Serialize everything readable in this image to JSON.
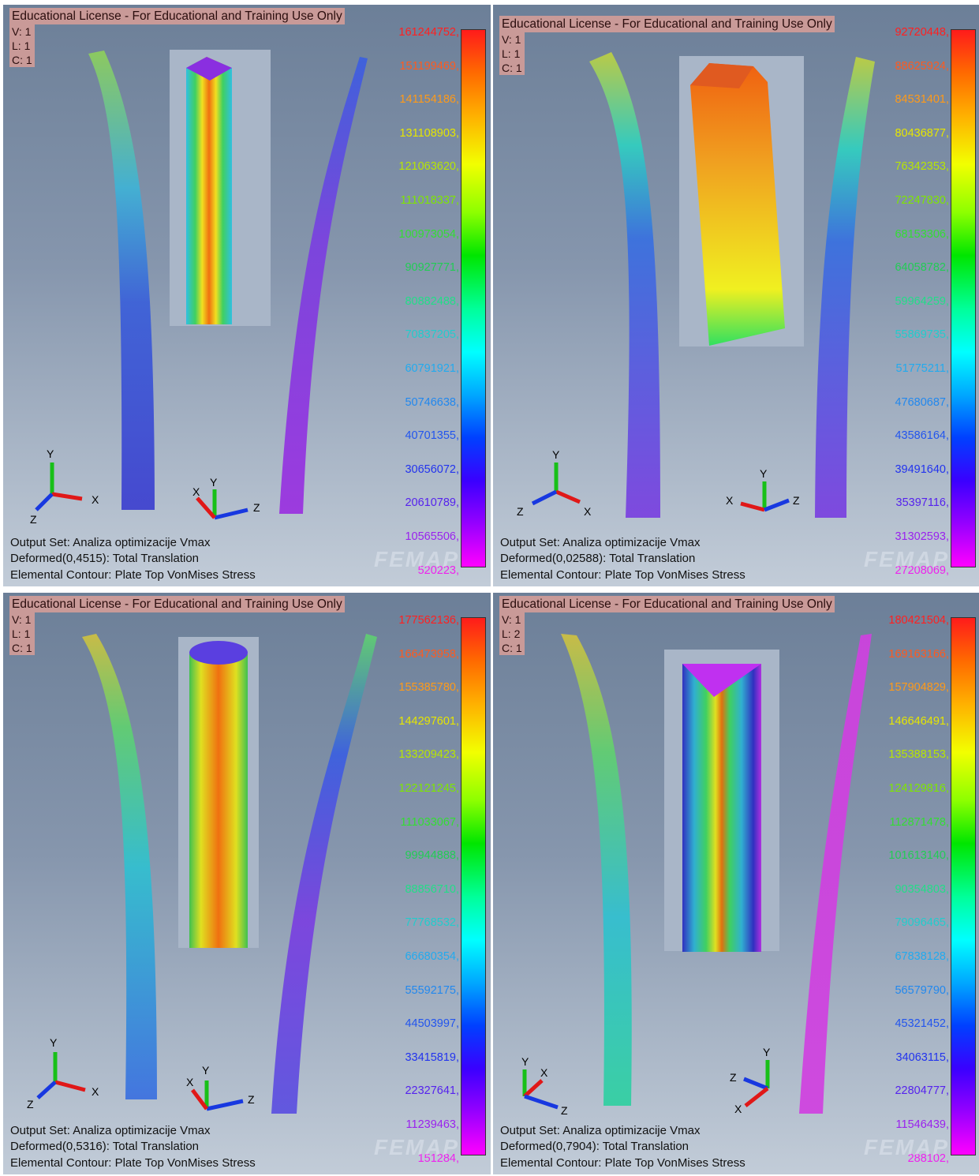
{
  "panels": [
    {
      "license": "Educational License - For Educational and Training Use Only",
      "v": "V: 1",
      "l": "L: 1",
      "c": "C: 1",
      "output_set": "Output Set: Analiza optimizacije Vmax",
      "deformed": "Deformed(0,4515): Total Translation",
      "contour": "Elemental Contour: Plate Top VonMises Stress",
      "watermark": "FEMAP",
      "legend": [
        "161244752,",
        "151199469,",
        "141154186,",
        "131108903,",
        "121063620,",
        "111018337,",
        "100973054,",
        "90927771,",
        "80882488,",
        "70837205,",
        "60791921,",
        "50746638,",
        "40701355,",
        "30656072,",
        "20610789,",
        "10565506,",
        "520223,"
      ],
      "triad_left": {
        "x": "X",
        "y": "Y",
        "z": "Z"
      },
      "triad_right": {
        "x": "X",
        "y": "Y",
        "z": "Z"
      }
    },
    {
      "license": "Educational License - For Educational and Training Use Only",
      "v": "V: 1",
      "l": "L: 1",
      "c": "C: 1",
      "output_set": "Output Set: Analiza optimizacije Vmax",
      "deformed": "Deformed(0,02588): Total Translation",
      "contour": "Elemental Contour: Plate Top VonMises Stress",
      "watermark": "FEMAP",
      "legend": [
        "92720448,",
        "88625924,",
        "84531401,",
        "80436877,",
        "76342353,",
        "72247830,",
        "68153306,",
        "64058782,",
        "59964259,",
        "55869735,",
        "51775211,",
        "47680687,",
        "43586164,",
        "39491640,",
        "35397116,",
        "31302593,",
        "27208069,"
      ],
      "triad_left": {
        "x": "X",
        "y": "Y",
        "z": "Z"
      },
      "triad_right": {
        "x": "X",
        "y": "Y",
        "z": "Z"
      }
    },
    {
      "license": "Educational License - For Educational and Training Use Only",
      "v": "V: 1",
      "l": "L: 1",
      "c": "C: 1",
      "output_set": "Output Set: Analiza optimizacije Vmax",
      "deformed": "Deformed(0,5316): Total Translation",
      "contour": "Elemental Contour: Plate Top VonMises Stress",
      "watermark": "FEMAP",
      "legend": [
        "177562136,",
        "166473958,",
        "155385780,",
        "144297601,",
        "133209423,",
        "122121245,",
        "111033067,",
        "99944888,",
        "88856710,",
        "77768532,",
        "66680354,",
        "55592175,",
        "44503997,",
        "33415819,",
        "22327641,",
        "11239463,",
        "151284,"
      ],
      "triad_left": {
        "x": "X",
        "y": "Y",
        "z": "Z"
      },
      "triad_right": {
        "x": "X",
        "y": "Y",
        "z": "Z"
      }
    },
    {
      "license": "Educational License - For Educational and Training Use Only",
      "v": "V: 1",
      "l": "L: 2",
      "c": "C: 1",
      "output_set": "Output Set: Analiza optimizacije Vmax",
      "deformed": "Deformed(0,7904): Total Translation",
      "contour": "Elemental Contour: Plate Top VonMises Stress",
      "watermark": "FEMAP",
      "legend": [
        "180421504,",
        "169163166,",
        "157904829,",
        "146646491,",
        "135388153,",
        "124129816,",
        "112871478,",
        "101613140,",
        "90354803,",
        "79096465,",
        "67838128,",
        "56579790,",
        "45321452,",
        "34063115,",
        "22804777,",
        "11546439,",
        "288102,"
      ],
      "triad_left": {
        "x": "X",
        "y": "Y",
        "z": "Z"
      },
      "triad_right": {
        "x": "X",
        "y": "Y",
        "z": "Z"
      }
    }
  ],
  "colors": {
    "legend_ramp": [
      "#ff2020",
      "#ff5a1e",
      "#ff9a18",
      "#e6e600",
      "#b8e600",
      "#7ee600",
      "#33dd33",
      "#22cc55",
      "#22dd88",
      "#22cccc",
      "#22aaee",
      "#2288ee",
      "#2255ee",
      "#2233ee",
      "#5522ee",
      "#9a22ee",
      "#ee22ee"
    ]
  }
}
